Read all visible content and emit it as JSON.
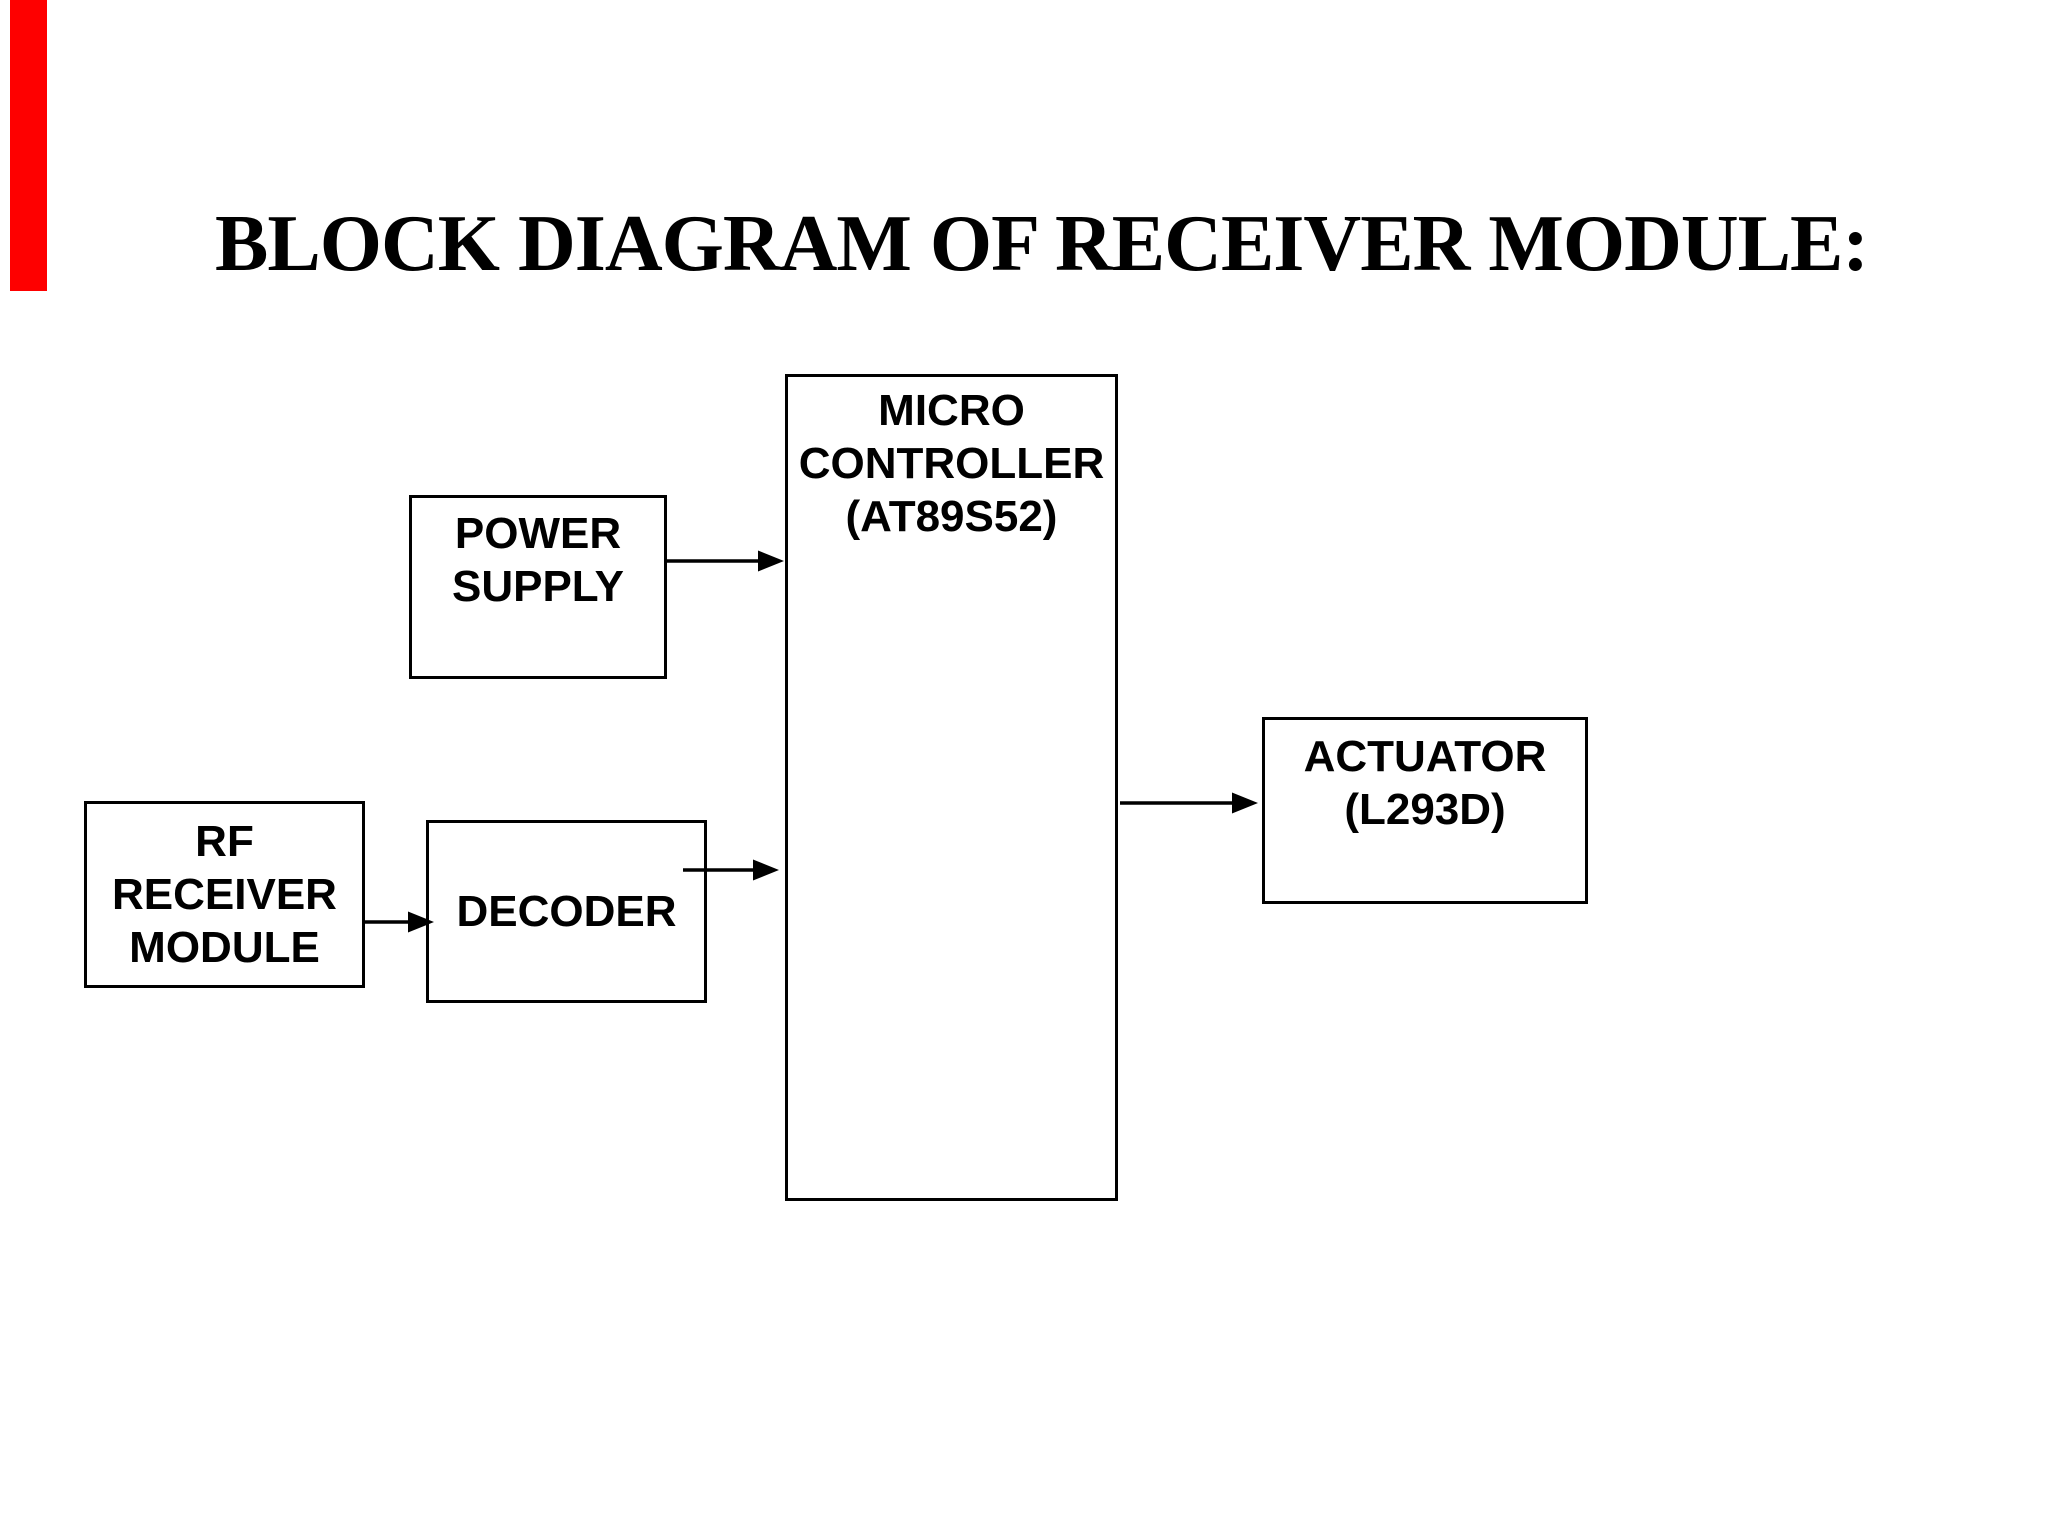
{
  "page": {
    "background": "#ffffff",
    "title": "BLOCK DIAGRAM OF RECEIVER MODULE:",
    "accent_bar_color": "#fe0000"
  },
  "diagram": {
    "nodes": [
      {
        "id": "power-supply",
        "lines": [
          "POWER",
          "SUPPLY"
        ]
      },
      {
        "id": "micro-controller",
        "lines": [
          "MICRO",
          "CONTROLLER",
          "(AT89S52)"
        ]
      },
      {
        "id": "rf-receiver-module",
        "lines": [
          "RF",
          "RECEIVER",
          "MODULE"
        ]
      },
      {
        "id": "decoder",
        "lines": [
          "DECODER"
        ]
      },
      {
        "id": "actuator",
        "lines": [
          "ACTUATOR",
          "(L293D)"
        ]
      }
    ],
    "connections": [
      {
        "from": "POWER SUPPLY",
        "to": "MICRO CONTROLLER (AT89S52)"
      },
      {
        "from": "RF RECEIVER MODULE",
        "to": "DECODER"
      },
      {
        "from": "DECODER",
        "to": "MICRO CONTROLLER (AT89S52)"
      },
      {
        "from": "MICRO CONTROLLER (AT89S52)",
        "to": "ACTUATOR (L293D)"
      }
    ]
  }
}
